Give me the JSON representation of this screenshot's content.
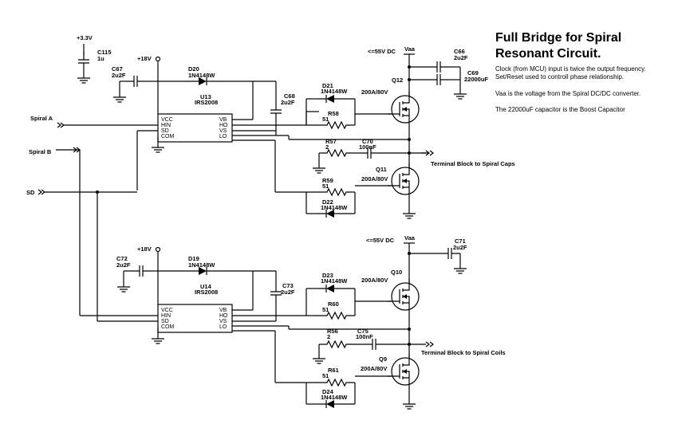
{
  "title": [
    "Full Bridge for Spiral",
    "Resonant Circuit."
  ],
  "notes": [
    [
      "Clock (from MCU) input is twice the output frequency.",
      "Set/Reset used to controll phase relationship."
    ],
    [
      "Vaa is the voltage from the Spiral DC/DC converter."
    ],
    [
      "The 22000uF capacitor is the Boost Capacitor"
    ]
  ],
  "nets": {
    "spiral_a": "Spiral A",
    "spiral_b": "Spiral B",
    "sd": "SD",
    "v33": "+3.3V",
    "v18": "+18V",
    "vaa": "Vaa",
    "vaa_limit": "<=55V DC",
    "term_caps": "Terminal Block to Spiral Caps",
    "term_coils": "Terminal Block to Spiral Coils"
  },
  "ic_pins": {
    "left": [
      "VCC",
      "HIN",
      "SD",
      "COM"
    ],
    "right": [
      "VB",
      "HO",
      "VS",
      "LO"
    ]
  },
  "components": {
    "C115": {
      "ref": "C115",
      "val": "1u"
    },
    "C67": {
      "ref": "C67",
      "val": "2u2F"
    },
    "C68": {
      "ref": "C68",
      "val": "2u2F"
    },
    "C66": {
      "ref": "C66",
      "val": "2u2F"
    },
    "C69": {
      "ref": "C69",
      "val": "22000uF"
    },
    "C70": {
      "ref": "C70",
      "val": "100nF"
    },
    "C72": {
      "ref": "C72",
      "val": "2u2F"
    },
    "C73": {
      "ref": "C73",
      "val": "2u2F"
    },
    "C71": {
      "ref": "C71",
      "val": "2u2F"
    },
    "C75": {
      "ref": "C75",
      "val": "100nF"
    },
    "D20": {
      "ref": "D20",
      "val": "1N4148W"
    },
    "D21": {
      "ref": "D21",
      "val": "1N4148W"
    },
    "D22": {
      "ref": "D22",
      "val": "1N4148W"
    },
    "D19": {
      "ref": "D19",
      "val": "1N4148W"
    },
    "D23": {
      "ref": "D23",
      "val": "1N4148W"
    },
    "D24": {
      "ref": "D24",
      "val": "1N4148W"
    },
    "R58": {
      "ref": "R58",
      "val": "51"
    },
    "R59": {
      "ref": "R59",
      "val": "51"
    },
    "R57": {
      "ref": "R57",
      "val": "2"
    },
    "R60": {
      "ref": "R60",
      "val": "51"
    },
    "R61": {
      "ref": "R61",
      "val": "51"
    },
    "R56": {
      "ref": "R56",
      "val": "2"
    },
    "U13": {
      "ref": "U13",
      "val": "IRS2008"
    },
    "U14": {
      "ref": "U14",
      "val": "IRS2008"
    },
    "Q12": {
      "ref": "Q12",
      "val": "200A/80V"
    },
    "Q11": {
      "ref": "Q11",
      "val": "200A/80V"
    },
    "Q10": {
      "ref": "Q10",
      "val": "200A/80V"
    },
    "Q9": {
      "ref": "Q9",
      "val": "200A/80V"
    }
  }
}
